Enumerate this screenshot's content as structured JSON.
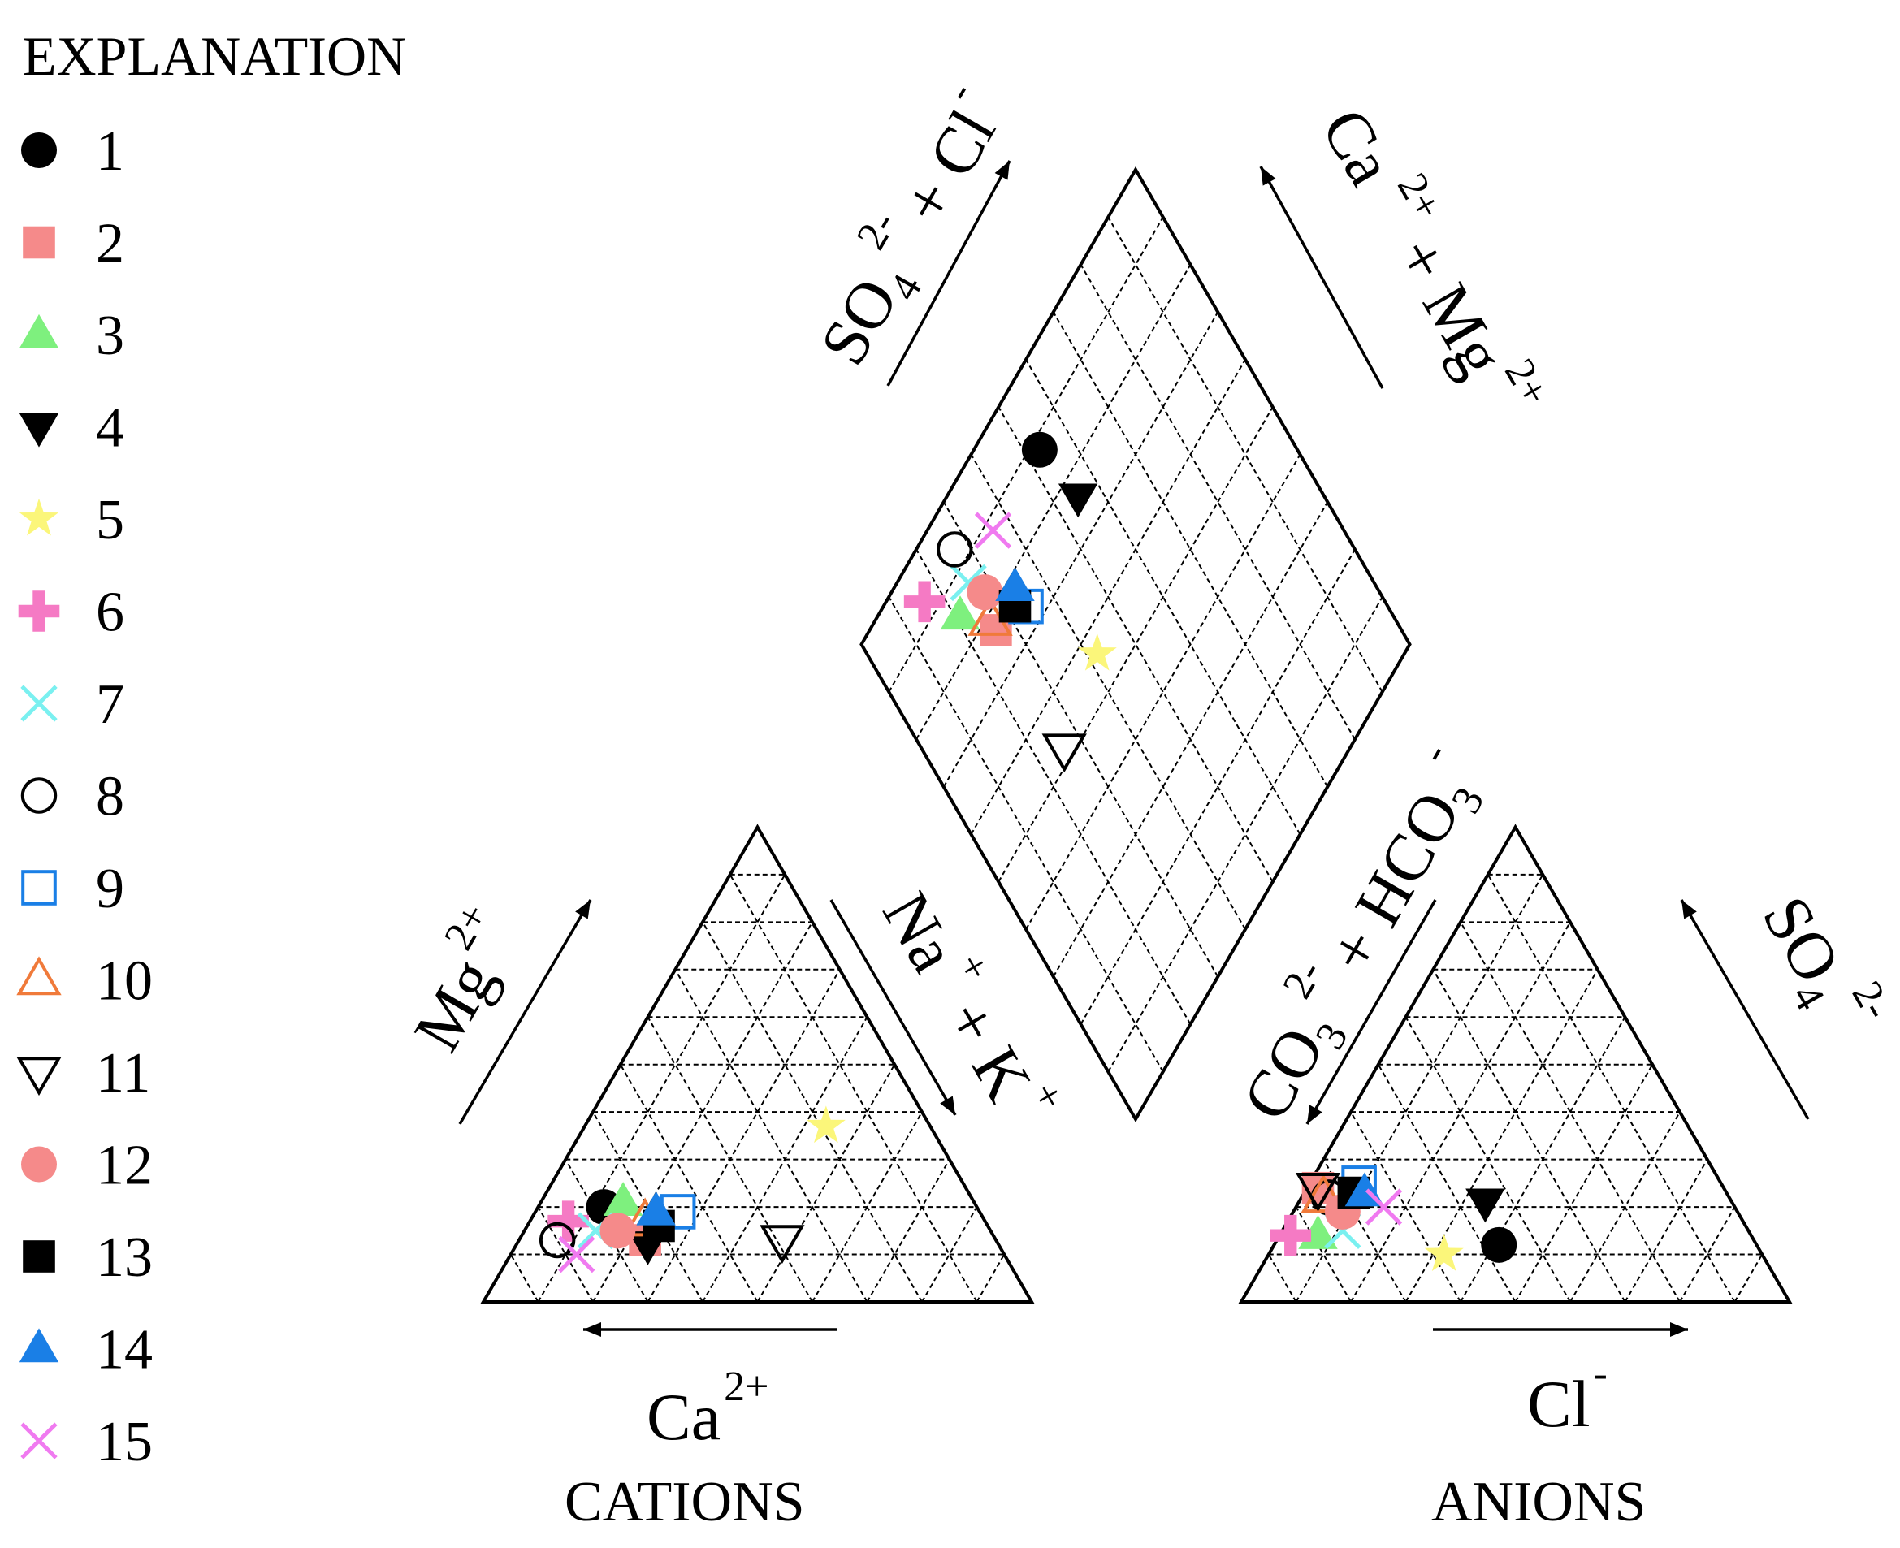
{
  "legend": {
    "title": "EXPLANATION",
    "items": [
      {
        "label": "1",
        "symbol": "filled-circle",
        "color": "#000000"
      },
      {
        "label": "2",
        "symbol": "filled-square",
        "color": "#f58a8a"
      },
      {
        "label": "3",
        "symbol": "filled-triangle-up",
        "color": "#7ef07e"
      },
      {
        "label": "4",
        "symbol": "filled-triangle-down",
        "color": "#000000"
      },
      {
        "label": "5",
        "symbol": "star",
        "color": "#fbf67a"
      },
      {
        "label": "6",
        "symbol": "plus",
        "color": "#f57ac4"
      },
      {
        "label": "7",
        "symbol": "cross",
        "color": "#7af0f0"
      },
      {
        "label": "8",
        "symbol": "open-circle",
        "color": "#000000"
      },
      {
        "label": "9",
        "symbol": "open-square",
        "color": "#1a7fe6"
      },
      {
        "label": "10",
        "symbol": "open-triangle-up",
        "color": "#f07a3a"
      },
      {
        "label": "11",
        "symbol": "open-triangle-down",
        "color": "#000000"
      },
      {
        "label": "12",
        "symbol": "filled-circle",
        "color": "#f58a8a"
      },
      {
        "label": "13",
        "symbol": "filled-square",
        "color": "#000000"
      },
      {
        "label": "14",
        "symbol": "filled-triangle-up",
        "color": "#1a7fe6"
      },
      {
        "label": "15",
        "symbol": "cross",
        "color": "#f07af0"
      }
    ]
  },
  "labels": {
    "cations_title": "CATIONS",
    "anions_title": "ANIONS",
    "ca": "Ca",
    "ca_sup": "2+",
    "mg": "Mg",
    "mg_sup": "2+",
    "na": "Na",
    "na_sup": "+",
    "plus_k": "+ K",
    "k_sup": "+",
    "cl": "Cl",
    "cl_sup": "-",
    "so4": "SO",
    "so4_sub": "4",
    "so4_sup": "2-",
    "co3": "CO",
    "co3_sub": "3",
    "co3_sup": "2-",
    "plus_hco3": "+ HCO",
    "hco3_sub": "3",
    "hco3_sup": "-",
    "d_so4": "SO",
    "d_so4_sub": "4",
    "d_so4_sup": "2-",
    "d_plus_cl": "+ Cl",
    "d_cl_sup": "-",
    "d_ca": "Ca",
    "d_ca_sup": "2+",
    "d_plus_mg": "+ Mg",
    "d_mg_sup": "2+"
  },
  "chart_data": {
    "type": "scatter",
    "subtype": "piper-trilinear",
    "grid": true,
    "grid_step_percent": 10,
    "cations": [
      {
        "sample": "1",
        "Ca": 68,
        "Mg": 20,
        "NaK": 12
      },
      {
        "sample": "2",
        "Ca": 64,
        "Mg": 13,
        "NaK": 23
      },
      {
        "sample": "3",
        "Ca": 64,
        "Mg": 21,
        "NaK": 15
      },
      {
        "sample": "4",
        "Ca": 64,
        "Mg": 12,
        "NaK": 24
      },
      {
        "sample": "5",
        "Ca": 19,
        "Mg": 37,
        "NaK": 44
      },
      {
        "sample": "6",
        "Ca": 76,
        "Mg": 17,
        "NaK": 7
      },
      {
        "sample": "7",
        "Ca": 72,
        "Mg": 15,
        "NaK": 13
      },
      {
        "sample": "8",
        "Ca": 80,
        "Mg": 13,
        "NaK": 7
      },
      {
        "sample": "9",
        "Ca": 55,
        "Mg": 19,
        "NaK": 26
      },
      {
        "sample": "10",
        "Ca": 62,
        "Mg": 17,
        "NaK": 21
      },
      {
        "sample": "11",
        "Ca": 39,
        "Mg": 13,
        "NaK": 48
      },
      {
        "sample": "12",
        "Ca": 68,
        "Mg": 15,
        "NaK": 17
      },
      {
        "sample": "13",
        "Ca": 60,
        "Mg": 16,
        "NaK": 24
      },
      {
        "sample": "14",
        "Ca": 59,
        "Mg": 19,
        "NaK": 22
      },
      {
        "sample": "15",
        "Ca": 78,
        "Mg": 10,
        "NaK": 12
      }
    ],
    "anions": [
      {
        "sample": "1",
        "CO3HCO3": 47,
        "SO4": 12,
        "Cl": 41
      },
      {
        "sample": "2",
        "CO3HCO3": 74,
        "SO4": 24,
        "Cl": 2
      },
      {
        "sample": "3",
        "CO3HCO3": 79,
        "SO4": 14,
        "Cl": 7
      },
      {
        "sample": "4",
        "CO3HCO3": 45,
        "SO4": 21,
        "Cl": 34
      },
      {
        "sample": "5",
        "CO3HCO3": 58,
        "SO4": 10,
        "Cl": 32
      },
      {
        "sample": "6",
        "CO3HCO3": 84,
        "SO4": 14,
        "Cl": 2
      },
      {
        "sample": "7",
        "CO3HCO3": 74,
        "SO4": 15,
        "Cl": 11
      },
      {
        "sample": "8",
        "CO3HCO3": 73,
        "SO4": 22,
        "Cl": 5
      },
      {
        "sample": "9",
        "CO3HCO3": 66,
        "SO4": 25,
        "Cl": 9
      },
      {
        "sample": "10",
        "CO3HCO3": 74,
        "SO4": 22,
        "Cl": 4
      },
      {
        "sample": "11",
        "CO3HCO3": 74,
        "SO4": 24,
        "Cl": 2
      },
      {
        "sample": "12",
        "CO3HCO3": 72,
        "SO4": 19,
        "Cl": 9
      },
      {
        "sample": "13",
        "CO3HCO3": 68,
        "SO4": 23,
        "Cl": 9
      },
      {
        "sample": "14",
        "CO3HCO3": 66,
        "SO4": 23,
        "Cl": 11
      },
      {
        "sample": "15",
        "CO3HCO3": 64,
        "SO4": 20,
        "Cl": 16
      }
    ]
  }
}
